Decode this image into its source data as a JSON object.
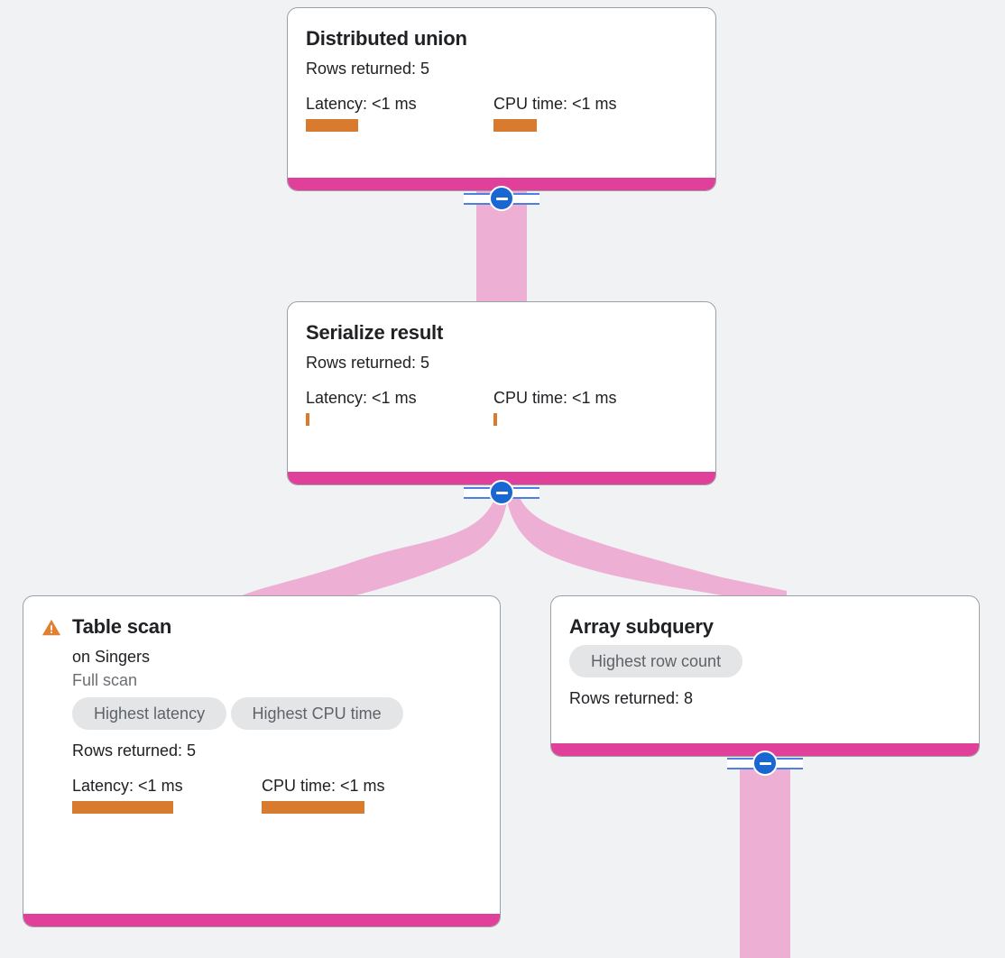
{
  "canvas": {
    "background": "#f1f2f4",
    "edge_color": "#eeafd4",
    "node_footer_color": "#e0409a",
    "metric_bar_color": "#d97b2e",
    "badge_bg": "#e4e5e6",
    "toggle_color": "#1a67d2",
    "warning_color": "#e08030"
  },
  "labels": {
    "rows_prefix": "Rows returned: ",
    "latency_label": "Latency: ",
    "cpu_label": "CPU time: "
  },
  "nodes": [
    {
      "id": "distributed-union",
      "title": "Distributed union",
      "rows_returned": "Rows returned: 5",
      "latency": "Latency: <1 ms",
      "cpu_time": "CPU time: <1 ms",
      "latency_bar_pct": 30,
      "cpu_bar_pct": 25,
      "warning": false,
      "badges": [],
      "subtitle": "",
      "scan_type": ""
    },
    {
      "id": "serialize-result",
      "title": "Serialize result",
      "rows_returned": "Rows returned: 5",
      "latency": "Latency: <1 ms",
      "cpu_time": "CPU time: <1 ms",
      "latency_bar_pct": 2,
      "cpu_bar_pct": 2,
      "warning": false,
      "badges": [],
      "subtitle": "",
      "scan_type": ""
    },
    {
      "id": "table-scan",
      "title": "Table scan",
      "subtitle": "on Singers",
      "scan_type": "Full scan",
      "rows_returned": "Rows returned: 5",
      "latency": "Latency: <1 ms",
      "cpu_time": "CPU time: <1 ms",
      "latency_bar_pct": 58,
      "cpu_bar_pct": 53,
      "warning": true,
      "badges": [
        "Highest latency",
        "Highest CPU time"
      ]
    },
    {
      "id": "array-subquery",
      "title": "Array subquery",
      "subtitle": "",
      "scan_type": "",
      "rows_returned": "Rows returned: 8",
      "warning": false,
      "badges": [
        "Highest row count"
      ]
    }
  ],
  "toggles": [
    {
      "id": "toggle-distributed-union",
      "state": "expanded",
      "glyph": "minus-icon"
    },
    {
      "id": "toggle-serialize-result",
      "state": "expanded",
      "glyph": "minus-icon"
    },
    {
      "id": "toggle-array-subquery",
      "state": "expanded",
      "glyph": "minus-icon"
    }
  ]
}
